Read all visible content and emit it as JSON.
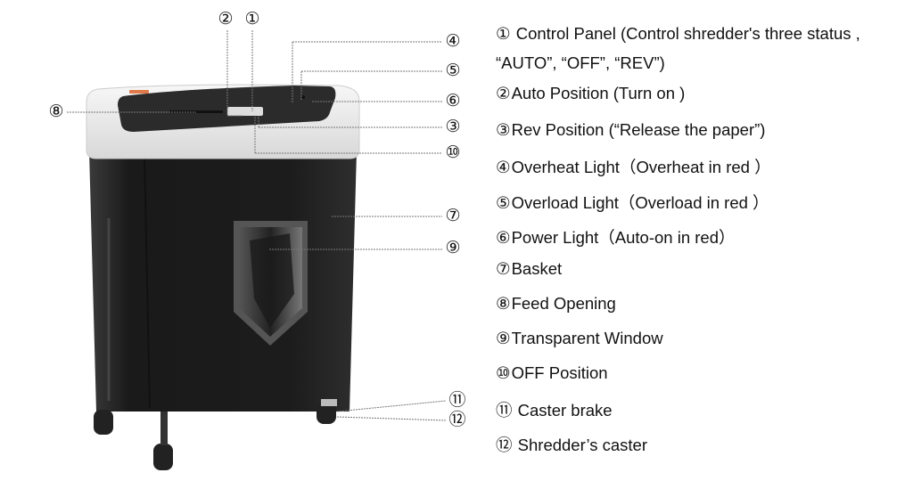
{
  "callouts": {
    "c1": "①",
    "c2": "②",
    "c3": "③",
    "c4": "④",
    "c5": "⑤",
    "c6": "⑥",
    "c7": "⑦",
    "c8": "⑧",
    "c9": "⑨",
    "c10": "⑩",
    "c11": "⑪",
    "c12": "⑫"
  },
  "legend": [
    {
      "num": "①",
      "text": " Control Panel (Control shredder's three status ,"
    },
    {
      "num": "",
      "text": "“AUTO”,  “OFF”, “REV”)"
    },
    {
      "num": "②",
      "text": "Auto Position (Turn on )"
    },
    {
      "num": "③",
      "text": "Rev Position (“Release the paper”)"
    },
    {
      "num": "④",
      "text": "Overheat Light（Overheat in red ）"
    },
    {
      "num": "⑤",
      "text": "Overload Light（Overload in red ）"
    },
    {
      "num": "⑥",
      "text": "Power Light（Auto-on in red）"
    },
    {
      "num": "⑦",
      "text": "Basket"
    },
    {
      "num": "⑧",
      "text": "Feed Opening"
    },
    {
      "num": "⑨",
      "text": "Transparent Window"
    },
    {
      "num": "⑩",
      "text": "OFF Position"
    },
    {
      "num": "⑪",
      "text": " Caster brake"
    },
    {
      "num": "⑫",
      "text": " Shredder’s caster"
    }
  ],
  "colors": {
    "body": "#1e1e1e",
    "lid": "#eeeeee",
    "panel": "#2a2a2a",
    "brand": "#e07a4a"
  }
}
